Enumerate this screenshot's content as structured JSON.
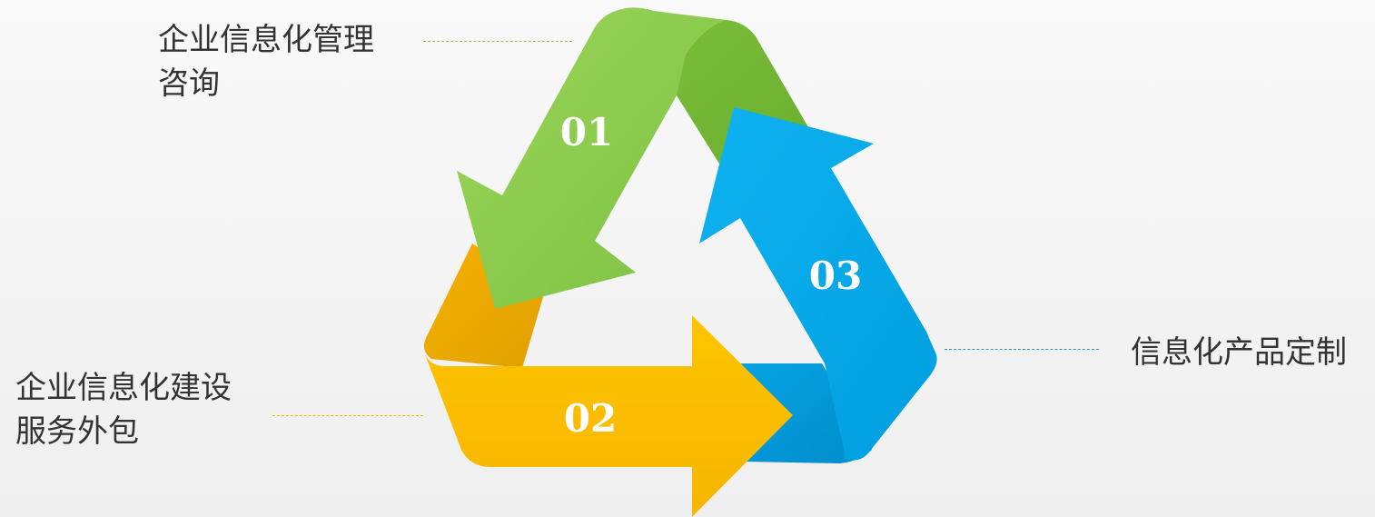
{
  "steps": [
    {
      "number": "01",
      "lines": [
        "企业信息化管理",
        "咨询"
      ],
      "color": "#8cc63f"
    },
    {
      "number": "02",
      "lines": [
        "企业信息化建设",
        "服务外包"
      ],
      "color": "#ffbf00"
    },
    {
      "number": "03",
      "lines": [
        "信息化产品定制"
      ],
      "color": "#00adef"
    }
  ]
}
